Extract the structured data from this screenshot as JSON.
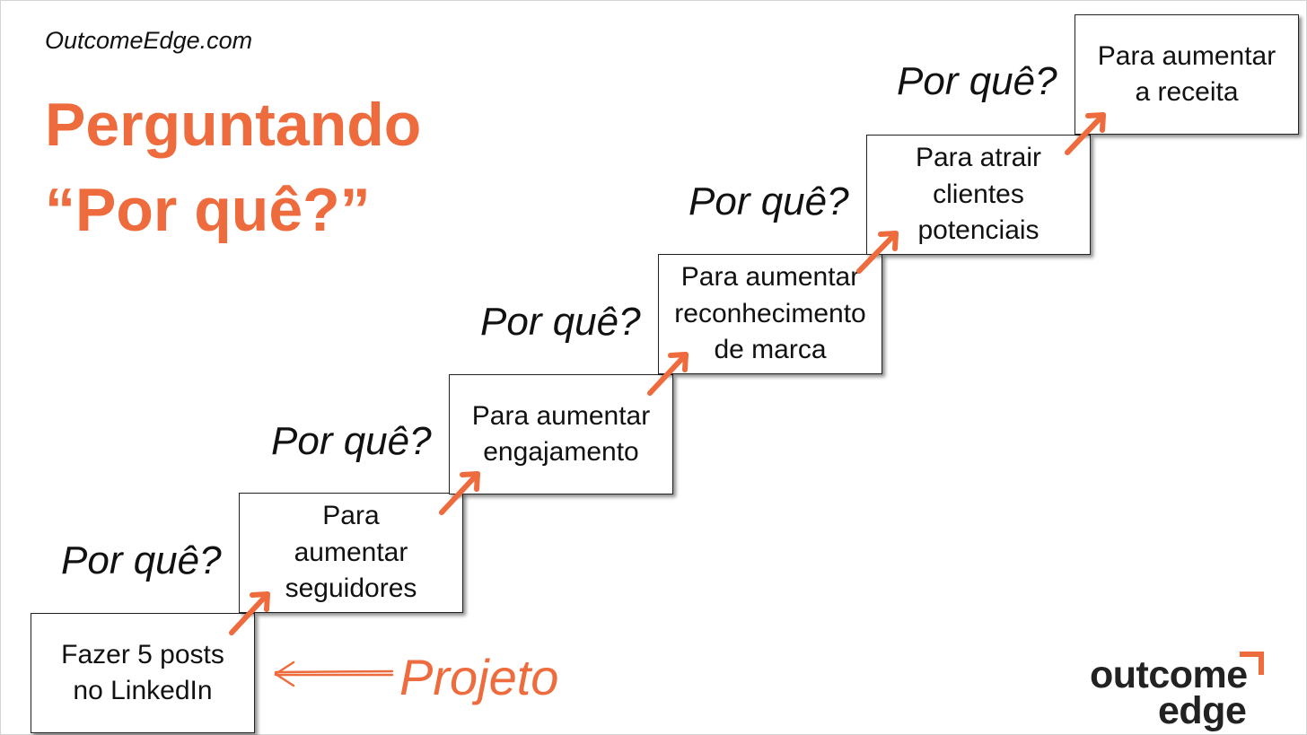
{
  "site": "OutcomeEdge.com",
  "title": {
    "line1": "Perguntando",
    "line2": "“Por quê?”"
  },
  "boxes": [
    {
      "lines": [
        "Fazer 5 posts",
        "no LinkedIn"
      ]
    },
    {
      "lines": [
        "Para",
        "aumentar",
        "seguidores"
      ]
    },
    {
      "lines": [
        "Para aumentar",
        "engajamento"
      ]
    },
    {
      "lines": [
        "Para aumentar",
        "reconhecimento",
        "de marca"
      ]
    },
    {
      "lines": [
        "Para atrair",
        "clientes",
        "potenciais"
      ]
    },
    {
      "lines": [
        "Para aumentar",
        "a receita"
      ]
    }
  ],
  "why_label": "Por quê?",
  "project_label": "Projeto",
  "logo": {
    "line1": "outcome",
    "line2": "edge"
  },
  "colors": {
    "accent": "#ee6b3d",
    "text": "#111111"
  }
}
